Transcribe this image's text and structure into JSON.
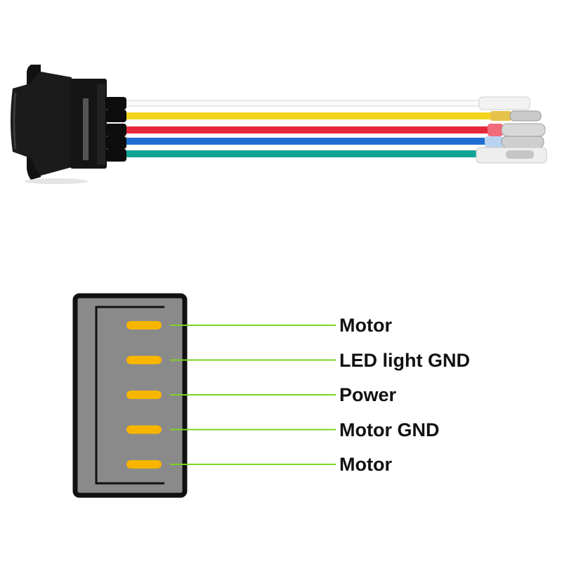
{
  "product": {
    "name": "5-pin rocker switch with wire harness",
    "wires": [
      {
        "name": "white-wire",
        "color": "#f4f4f4"
      },
      {
        "name": "yellow-wire",
        "color": "#f2d41f"
      },
      {
        "name": "red-wire",
        "color": "#e5263c"
      },
      {
        "name": "blue-wire",
        "color": "#1f6fd1"
      },
      {
        "name": "green-wire",
        "color": "#12a596"
      }
    ]
  },
  "diagram": {
    "pins": [
      {
        "label": "Motor"
      },
      {
        "label": "LED light GND"
      },
      {
        "label": "Power"
      },
      {
        "label": "Motor GND"
      },
      {
        "label": "Motor"
      }
    ],
    "colors": {
      "housing_fill": "#8a8a8a",
      "housing_stroke": "#111111",
      "pin": "#f7b500",
      "leader_line": "#7ed321"
    }
  }
}
